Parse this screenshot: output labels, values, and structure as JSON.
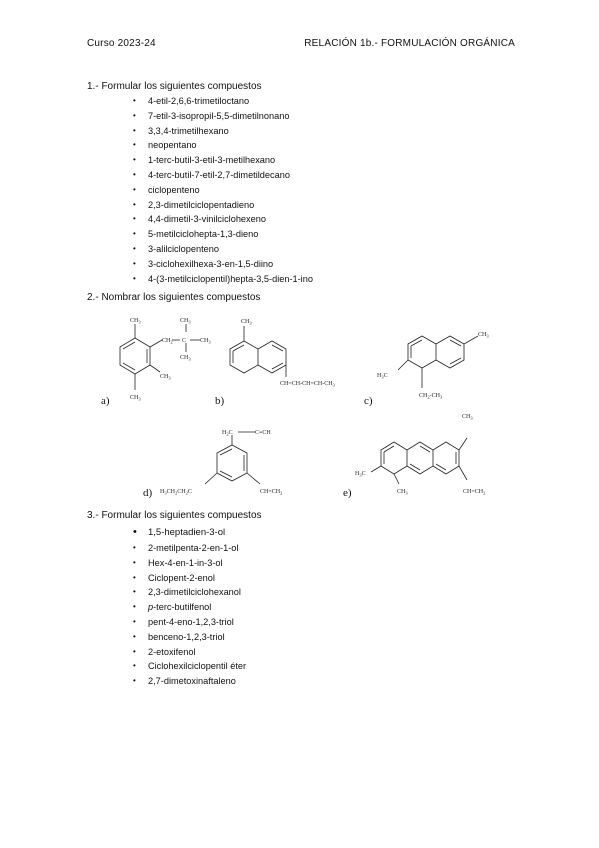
{
  "header": {
    "left": "Curso 2023-24",
    "right": "RELACIÓN 1b.- FORMULACIÓN ORGÁNICA"
  },
  "section1": {
    "title": "1.- Formular los siguientes compuestos",
    "items": [
      "4-etil-2,6,6-trimetiloctano",
      "7-etil-3-isopropil-5,5-dimetilnonano",
      "3,3,4-trimetilhexano",
      "neopentano",
      "1-terc-butil-3-etil-3-metilhexano",
      "4-terc-butil-7-etil-2,7-dimetildecano",
      "ciclopenteno",
      "2,3-dimetilciclopentadieno",
      "4,4-dimetil-3-vinilciclohexeno",
      "5-metilciclohepta-1,3-dieno",
      "3-alilciclopenteno",
      "3-ciclohexilhexa-3-en-1,5-diino",
      "4-(3-metilciclopentil)hepta-3,5-dien-1-ino"
    ]
  },
  "section2": {
    "title": "2.- Nombrar los siguientes compuestos",
    "labels": [
      "a)",
      "b)",
      "c)",
      "d)",
      "e)"
    ],
    "mol_a": {
      "ch3_top": "CH3",
      "ch2": "CH2",
      "c": "C",
      "ch3_a": "CH3",
      "ch3_b": "CH3",
      "ch3_c": "CH3",
      "ch3_ring": "CH3",
      "ch3_bottom": "CH3"
    },
    "mol_b": {
      "ch3": "CH3",
      "chain": "CH=CH-CH=CH-CH3"
    },
    "mol_c": {
      "ch3_right": "CH3",
      "h3c": "H3C",
      "ethyl": "CH2-CH3"
    },
    "mol_d": {
      "top": "H2C",
      "alkyne": "C≡CH",
      "left": "H3CH2CH2C",
      "right": "CH=CH2"
    },
    "mol_e": {
      "ch3_top": "CH3",
      "h3c": "H3C",
      "ch3_bottom": "CH3",
      "vinyl": "CH=CH2"
    }
  },
  "section3": {
    "title": "3.- Formular los siguientes compuestos",
    "items": [
      "1,5-heptadien-3-ol",
      "2-metilpenta-2-en-1-ol",
      "Hex-4-en-1-in-3-ol",
      "Ciclopent-2-enol",
      "2,3-dimetilciclohexanol",
      "p-terc-butilfenol",
      "pent-4-eno-1,2,3-triol",
      "benceno-1,2,3-triol",
      "2-etoxifenol",
      "Ciclohexilciclopentil éter",
      "2,7-dimetoxinaftaleno"
    ]
  }
}
